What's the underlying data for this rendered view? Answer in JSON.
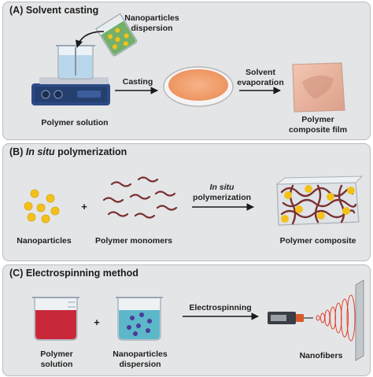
{
  "panel_a": {
    "title": "(A) Solvent casting",
    "dispersion_label": "Nanoparticles\ndispersion",
    "casting_label": "Casting",
    "evaporation_label": "Solvent\nevaporation",
    "solution_label": "Polymer solution",
    "film_label": "Polymer\ncomposite film"
  },
  "panel_b": {
    "title_prefix": "(B) ",
    "title_italic": "In situ",
    "title_suffix": " polymerization",
    "nanoparticles_label": "Nanoparticles",
    "plus": "+",
    "monomers_label": "Polymer monomers",
    "arrow_italic": "In situ",
    "arrow_label": "polymerization",
    "composite_label": "Polymer composite"
  },
  "panel_c": {
    "title": "(C) Electrospinning method",
    "plus": "+",
    "arrow_label": "Electrospinning",
    "solution_label": "Polymer\nsolution",
    "dispersion_label": "Nanoparticles\ndispersion",
    "nanofibers_label": "Nanofibers"
  },
  "colors": {
    "panel_bg": "#e4e5e7",
    "nanoparticle": "#f2c21b",
    "polymer_chain": "#7a3030",
    "film": "#f2a070",
    "red_solution": "#c8283a",
    "blue_solution": "#5cb7c9"
  }
}
